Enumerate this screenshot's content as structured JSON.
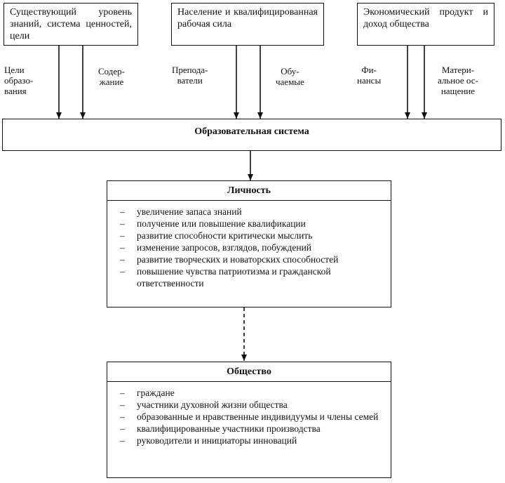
{
  "sources": [
    {
      "text": "Существующий уровень знаний, система ценностей, цели"
    },
    {
      "text": "Население и квалифицированная рабочая сила"
    },
    {
      "text": "Экономический продукт и доход общества"
    }
  ],
  "flows": [
    "Цели\nобразо-\nвания",
    "Содер-\nжание",
    "Препода-\nватели",
    "Обу-\nчаемые",
    "Фи-\nнансы",
    "Матери-\nальное ос-\nнащение"
  ],
  "system": {
    "title": "Образовательная система"
  },
  "personality": {
    "title": "Личность",
    "items": [
      "увеличение запаса знаний",
      "получение или повышение квалификации",
      "развитие способности критически мыслить",
      "изменение запросов, взглядов, побуждений",
      "развитие творческих и новаторских способностей",
      "повышение чувства патриотизма и гражданской ответственности"
    ]
  },
  "society": {
    "title": "Общество",
    "items": [
      "граждане",
      "участники духовной жизни общества",
      "образованные и нравственные индивидуумы и члены семей",
      "квалифицированные участники производства",
      "руководители и инициаторы инноваций"
    ]
  },
  "bullet": "–"
}
